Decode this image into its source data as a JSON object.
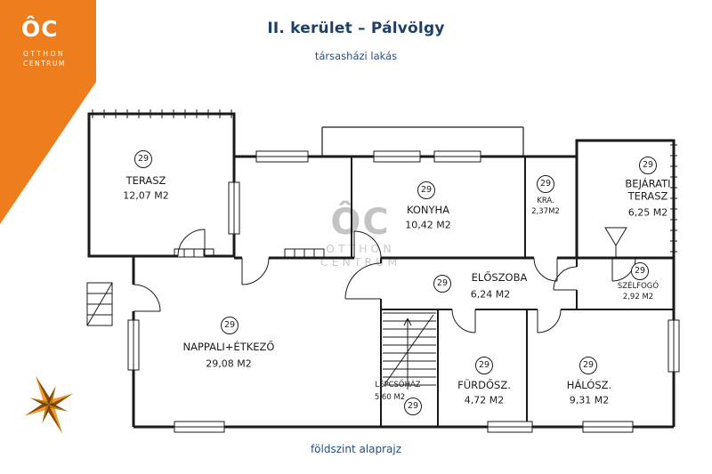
{
  "header": {
    "title": "II. kerület – Pálvölgy",
    "subtitle": "társasházi lakás"
  },
  "footer": {
    "caption": "földszint alaprajz"
  },
  "brand": {
    "logo_text": "ÔC",
    "name_line1": "OTTHON",
    "name_line2": "CENTRUM",
    "accent_color": "#EE7E1D",
    "navy_color": "#1F4066"
  },
  "watermark": {
    "logo_text": "ÔC",
    "line1": "OTTHON",
    "line2": "CENTRUM"
  },
  "plan": {
    "floor_caption": "földszint alaprajz",
    "unit_number": "29",
    "rooms": [
      {
        "name": "TERASZ",
        "area": "12,07 M2",
        "number": "29"
      },
      {
        "name": "KONYHA",
        "area": "10,42 M2",
        "number": "29"
      },
      {
        "name": "KRA.",
        "area": "2,37M2",
        "number": "29"
      },
      {
        "name": "BEJÁRATI TERASZ",
        "area": "6,25 M2",
        "number": "29"
      },
      {
        "name": "ELŐSZOBA",
        "area": "6,24 M2",
        "number": "29"
      },
      {
        "name": "SZÉLFOGÓ",
        "area": "2,92 M2",
        "number": "29"
      },
      {
        "name": "NAPPALI+ÉTKEZŐ",
        "area": "29,08 M2",
        "number": "29"
      },
      {
        "name": "LÉPCSŐHÁZ",
        "area": "5,60 M2",
        "number": "29"
      },
      {
        "name": "FÜRDŐSZ.",
        "area": "4,72 M2",
        "number": "29"
      },
      {
        "name": "HÁLÓSZ.",
        "area": "9,31 M2",
        "number": "29"
      }
    ]
  }
}
